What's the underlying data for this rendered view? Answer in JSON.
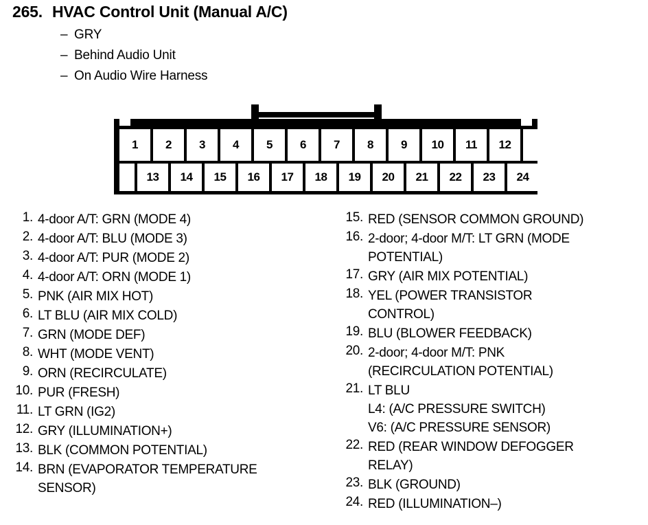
{
  "header": {
    "number": "265.",
    "title": "HVAC Control Unit (Manual A/C)",
    "dash": "–",
    "sub_lines": [
      "GRY",
      "Behind Audio Unit",
      "On Audio Wire Harness"
    ]
  },
  "connector": {
    "top_row_pins": [
      "1",
      "2",
      "3",
      "4",
      "5",
      "6",
      "7",
      "8",
      "9",
      "10",
      "11",
      "12"
    ],
    "bottom_row_pins": [
      "13",
      "14",
      "15",
      "16",
      "17",
      "18",
      "19",
      "20",
      "21",
      "22",
      "23",
      "24"
    ],
    "shell_color": "#000000",
    "pin_color": "#ffffff"
  },
  "pin_list_left": [
    {
      "num": "1.",
      "lines": [
        "4-door A/T: GRN (MODE 4)"
      ]
    },
    {
      "num": "2.",
      "lines": [
        "4-door A/T: BLU (MODE 3)"
      ]
    },
    {
      "num": "3.",
      "lines": [
        "4-door A/T: PUR (MODE 2)"
      ]
    },
    {
      "num": "4.",
      "lines": [
        "4-door A/T: ORN (MODE 1)"
      ]
    },
    {
      "num": "5.",
      "lines": [
        "PNK (AIR MIX HOT)"
      ]
    },
    {
      "num": "6.",
      "lines": [
        "LT BLU (AIR MIX COLD)"
      ]
    },
    {
      "num": "7.",
      "lines": [
        "GRN (MODE DEF)"
      ]
    },
    {
      "num": "8.",
      "lines": [
        "WHT (MODE VENT)"
      ]
    },
    {
      "num": "9.",
      "lines": [
        "ORN (RECIRCULATE)"
      ]
    },
    {
      "num": "10.",
      "lines": [
        "PUR (FRESH)"
      ]
    },
    {
      "num": "11.",
      "lines": [
        "LT GRN (IG2)"
      ]
    },
    {
      "num": "12.",
      "lines": [
        "GRY (ILLUMINATION+)"
      ]
    },
    {
      "num": "13.",
      "lines": [
        "BLK (COMMON POTENTIAL)"
      ]
    },
    {
      "num": "14.",
      "lines": [
        "BRN (EVAPORATOR TEMPERATURE",
        "SENSOR)"
      ]
    }
  ],
  "pin_list_right": [
    {
      "num": "15.",
      "lines": [
        "RED (SENSOR COMMON GROUND)"
      ]
    },
    {
      "num": "16.",
      "lines": [
        "2-door; 4-door M/T: LT GRN (MODE",
        "POTENTIAL)"
      ]
    },
    {
      "num": "17.",
      "lines": [
        "GRY (AIR MIX POTENTIAL)"
      ]
    },
    {
      "num": "18.",
      "lines": [
        "YEL (POWER TRANSISTOR",
        "CONTROL)"
      ]
    },
    {
      "num": "19.",
      "lines": [
        "BLU (BLOWER FEEDBACK)"
      ]
    },
    {
      "num": "20.",
      "lines": [
        "2-door; 4-door M/T: PNK",
        "(RECIRCULATION POTENTIAL)"
      ]
    },
    {
      "num": "21.",
      "lines": [
        "LT BLU",
        "L4: (A/C PRESSURE SWITCH)",
        "V6: (A/C PRESSURE SENSOR)"
      ]
    },
    {
      "num": "22.",
      "lines": [
        "RED (REAR WINDOW DEFOGGER",
        "RELAY)"
      ]
    },
    {
      "num": "23.",
      "lines": [
        "BLK (GROUND)"
      ]
    },
    {
      "num": "24.",
      "lines": [
        "RED (ILLUMINATION–)"
      ]
    }
  ]
}
